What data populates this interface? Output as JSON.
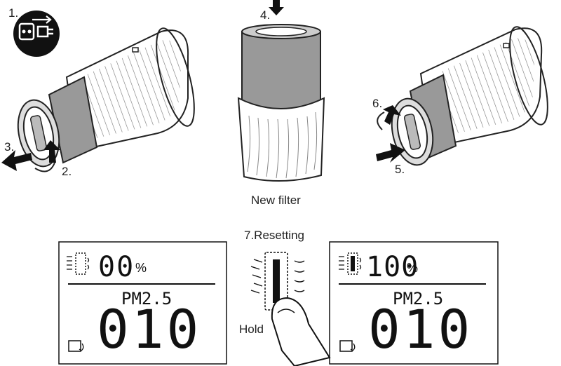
{
  "steps": {
    "s1": "1.",
    "s2": "2.",
    "s3": "3.",
    "s4": "4.",
    "s5": "5.",
    "s6": "6.",
    "s7": "7.Resetting"
  },
  "captions": {
    "new_filter": "New filter",
    "hold": "Hold"
  },
  "display_before": {
    "filter_percent": "00",
    "percent_sign": "%",
    "pm_label": "PM2.5",
    "pm_value": "010"
  },
  "display_after": {
    "filter_percent": "100",
    "percent_sign": "%",
    "pm_label": "PM2.5",
    "pm_value": "010"
  },
  "icons": {
    "unplug": "power-plug-unplug-icon",
    "auto_mode": "auto-mode-icon",
    "filter_status": "filter-status-icon"
  }
}
